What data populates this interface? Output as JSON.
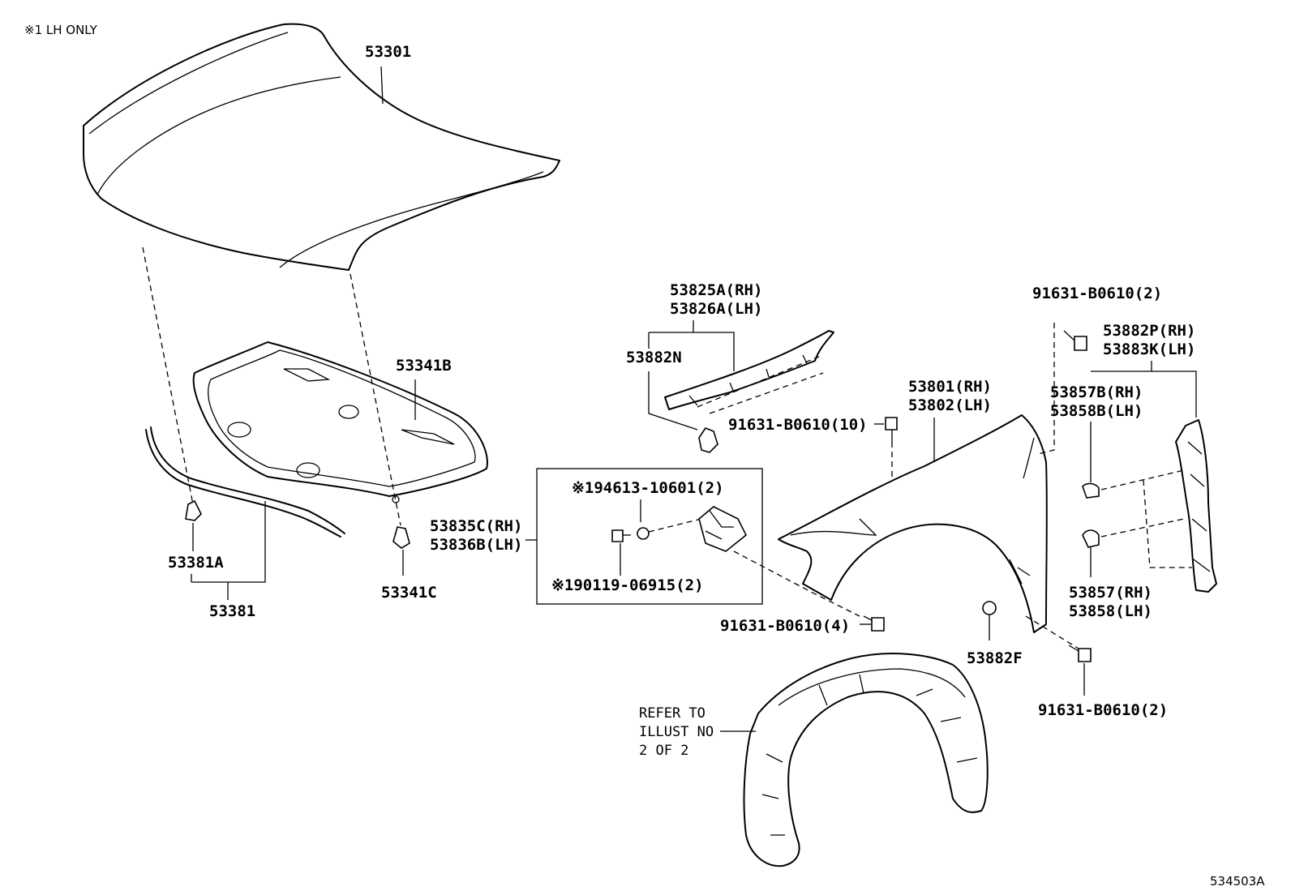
{
  "note": "※1 LH ONLY",
  "diagram_id": "534503A",
  "labels": {
    "hood": "53301",
    "hood_insulator": "53341B",
    "hood_seal": "53381",
    "hood_seal_clip": "53381A",
    "insulator_clip": "53341C",
    "fender_seal_rh": "53825A(RH)",
    "fender_seal_lh": "53826A(LH)",
    "fender_seal_clip": "53882N",
    "fender_bolt_10": "91631-B0610(10)",
    "fender_rh": "53801(RH)",
    "fender_lh": "53802(LH)",
    "top_bolt": "91631-B0610(2)",
    "fender_liner_rh": "53882P(RH)",
    "fender_liner_lh": "53883K(LH)",
    "liner_clip_b_rh": "53857B(RH)",
    "liner_clip_b_lh": "53858B(LH)",
    "liner_clip_rh": "53857(RH)",
    "liner_clip_lh": "53858(LH)",
    "bracket_rh": "53835C(RH)",
    "bracket_lh": "53836B(LH)",
    "nut_part": "※194613-10601(2)",
    "bolt_part": "※190119-06915(2)",
    "lower_bolt": "91631-B0610(4)",
    "fender_plug": "53882F",
    "rear_bolt": "91631-B0610(2)",
    "refer_line1": "REFER TO",
    "refer_line2": "ILLUST NO",
    "refer_line3": "2 OF 2"
  },
  "icons": [
    "hood-icon",
    "insulator-icon",
    "seal-icon",
    "clip-icon",
    "fender-icon",
    "fender-liner-icon",
    "bolt-icon",
    "bracket-icon",
    "inner-fender-icon"
  ]
}
